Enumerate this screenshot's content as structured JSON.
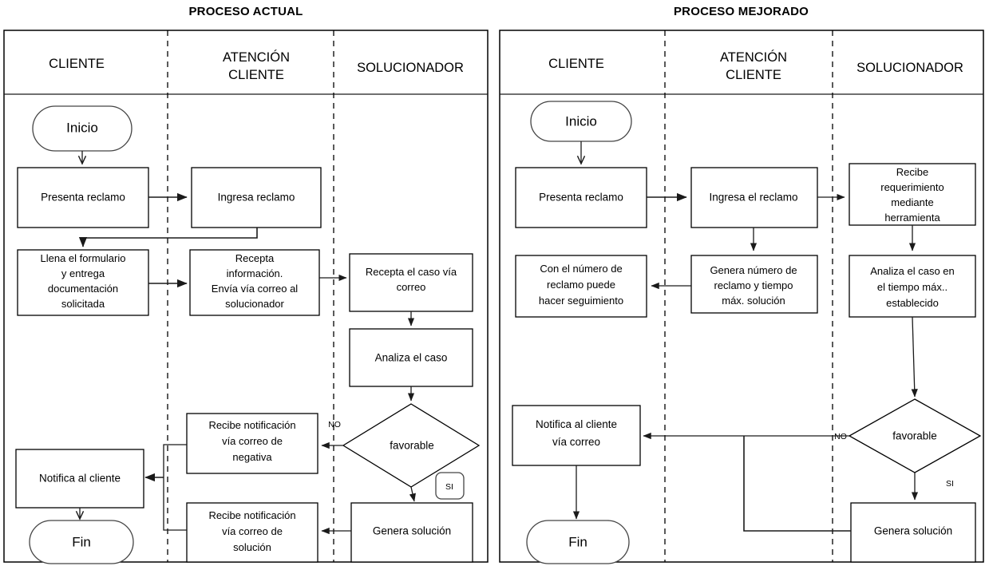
{
  "panels": [
    {
      "id": "proceso-actual",
      "title": "PROCESO ACTUAL",
      "lanes": [
        {
          "id": "cliente",
          "label": "CLIENTE"
        },
        {
          "id": "atencion-cliente",
          "label": "ATENCIÓN\nCLIENTE",
          "line1": "ATENCIÓN",
          "line2": "CLIENTE"
        },
        {
          "id": "solucionador",
          "label": "SOLUCIONADOR"
        }
      ],
      "nodes": {
        "inicio": "Inicio",
        "presenta_reclamo": "Presenta  reclamo",
        "ingresa_reclamo": "Ingresa reclamo",
        "llena_formulario_l1": "Llena el formulario",
        "llena_formulario_l2": "y entrega",
        "llena_formulario_l3": "documentación",
        "llena_formulario_l4": "solicitada",
        "recepta_info_l1": "Recepta",
        "recepta_info_l2": "información.",
        "recepta_info_l3": "Envía vía correo al",
        "recepta_info_l4": "solucionador",
        "recepta_caso_l1": "Recepta el caso vía",
        "recepta_caso_l2": "correo",
        "analiza_caso": "Analiza el caso",
        "favorable": "favorable",
        "recibe_negativa_l1": "Recibe notificación",
        "recibe_negativa_l2": "vía correo   de",
        "recibe_negativa_l3": "negativa",
        "recibe_solucion_l1": "Recibe notificación",
        "recibe_solucion_l2": "vía correo   de",
        "recibe_solucion_l3": "solución",
        "genera_solucion": "Genera solución",
        "notifica_cliente": "Notifica al cliente",
        "fin": "Fin"
      },
      "branches": {
        "no": "NO",
        "si": "SI"
      }
    },
    {
      "id": "proceso-mejorado",
      "title": "PROCESO MEJORADO",
      "lanes": [
        {
          "id": "cliente",
          "label": "CLIENTE"
        },
        {
          "id": "atencion-cliente",
          "label": "ATENCIÓN\nCLIENTE",
          "line1": "ATENCIÓN",
          "line2": "CLIENTE"
        },
        {
          "id": "solucionador",
          "label": "SOLUCIONADOR"
        }
      ],
      "nodes": {
        "inicio": "Inicio",
        "presenta_reclamo": "Presenta  reclamo",
        "ingresa_reclamo": "Ingresa el reclamo",
        "recibe_requerimiento_l1": "Recibe",
        "recibe_requerimiento_l2": "requerimiento",
        "recibe_requerimiento_l3": "mediante",
        "recibe_requerimiento_l4": "herramienta",
        "con_numero_l1": "Con el número de",
        "con_numero_l2": "reclamo puede",
        "con_numero_l3": "hacer seguimiento",
        "genera_numero_l1": "Genera número de",
        "genera_numero_l2": "reclamo y tiempo",
        "genera_numero_l3": "máx. solución",
        "analiza_caso_l1": "Analiza el caso en",
        "analiza_caso_l2": "el tiempo máx..",
        "analiza_caso_l3": "establecido",
        "favorable": "favorable",
        "notifica_cliente_l1": "Notifica al cliente",
        "notifica_cliente_l2": "vía correo",
        "genera_solucion": "Genera solución",
        "fin": "Fin"
      },
      "branches": {
        "no": "NO",
        "si": "SI"
      }
    }
  ],
  "colors": {
    "stroke": "#000000",
    "connector": "#1a1a1a",
    "background": "#ffffff"
  }
}
